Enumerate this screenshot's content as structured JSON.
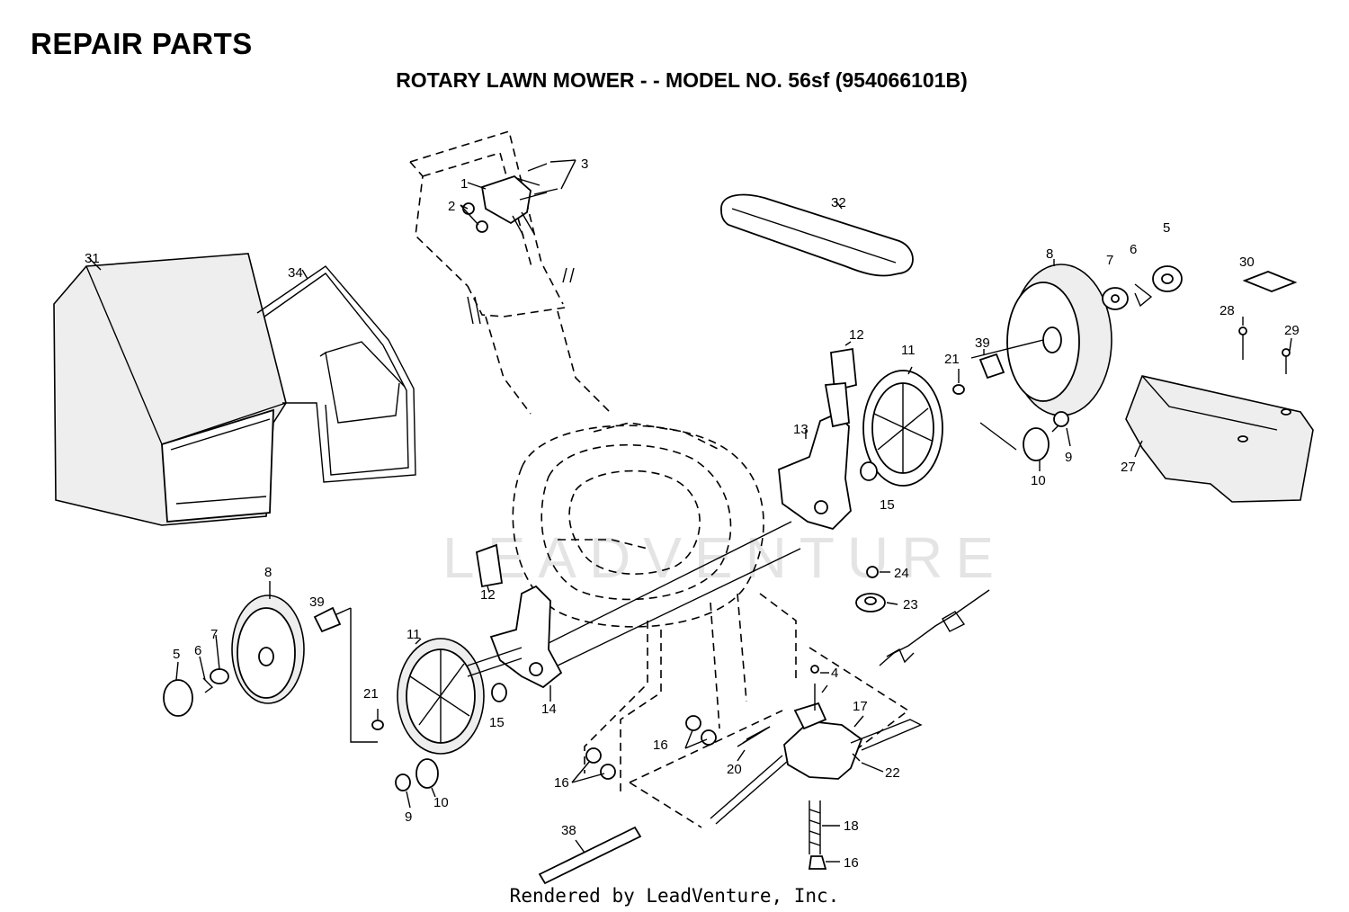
{
  "header": {
    "title": "REPAIR PARTS",
    "subtitle": "ROTARY LAWN MOWER - - MODEL NO. 56sf (954066101B)"
  },
  "watermark": {
    "text": "LEADVENTURE"
  },
  "footer": {
    "text": "Rendered by LeadVenture, Inc."
  },
  "callouts": {
    "c1": "1",
    "c2": "2",
    "c3": "3",
    "c32": "32",
    "c31": "31",
    "c34": "34",
    "c5r": "5",
    "c6r": "6",
    "c7r": "7",
    "c8r": "8",
    "c30": "30",
    "c28": "28",
    "c29": "29",
    "c12r": "12",
    "c11r": "11",
    "c21r": "21",
    "c39r": "39",
    "c13": "13",
    "c15r": "15",
    "c9r": "9",
    "c10r": "10",
    "c27": "27",
    "c24": "24",
    "c23": "23",
    "c8l": "8",
    "c39l": "39",
    "c5l": "5",
    "c6l": "6",
    "c7l": "7",
    "c12l": "12",
    "c11l": "11",
    "c21l": "21",
    "c15l": "15",
    "c14": "14",
    "c9l": "9",
    "c10l": "10",
    "c4": "4",
    "c17": "17",
    "c22": "22",
    "c16a": "16",
    "c16b": "16",
    "c20": "20",
    "c18": "18",
    "c16c": "16",
    "c38": "38"
  }
}
